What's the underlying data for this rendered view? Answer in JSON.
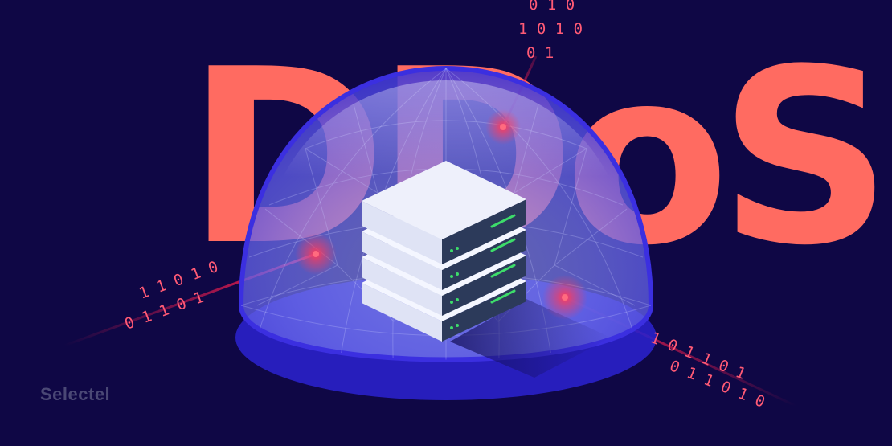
{
  "headline": "DDoS",
  "brand": {
    "name": "Selectel"
  },
  "binary_streams": {
    "top_line_1": "0  1  0",
    "top_line_2": "1  0 1 0",
    "top_line_3": "0   1",
    "left_line_1": "1  1 0 1 0",
    "left_line_2": "0 1 1 0 1",
    "right_line_1": "1 0 1 1 0 1",
    "right_line_2": "0  1 1 0 1 0"
  },
  "colors": {
    "background": "#0f0745",
    "headline": "#ff6b61",
    "dome": "#6e6ff0",
    "server_top": "#eef0fb",
    "server_front": "#2c3a5a",
    "led": "#3ddc6a",
    "attack_ray": "#ff1f4f",
    "brand": "#4a4875"
  },
  "icons": {
    "server": "server-rack-icon",
    "shield": "dome-shield-icon"
  }
}
